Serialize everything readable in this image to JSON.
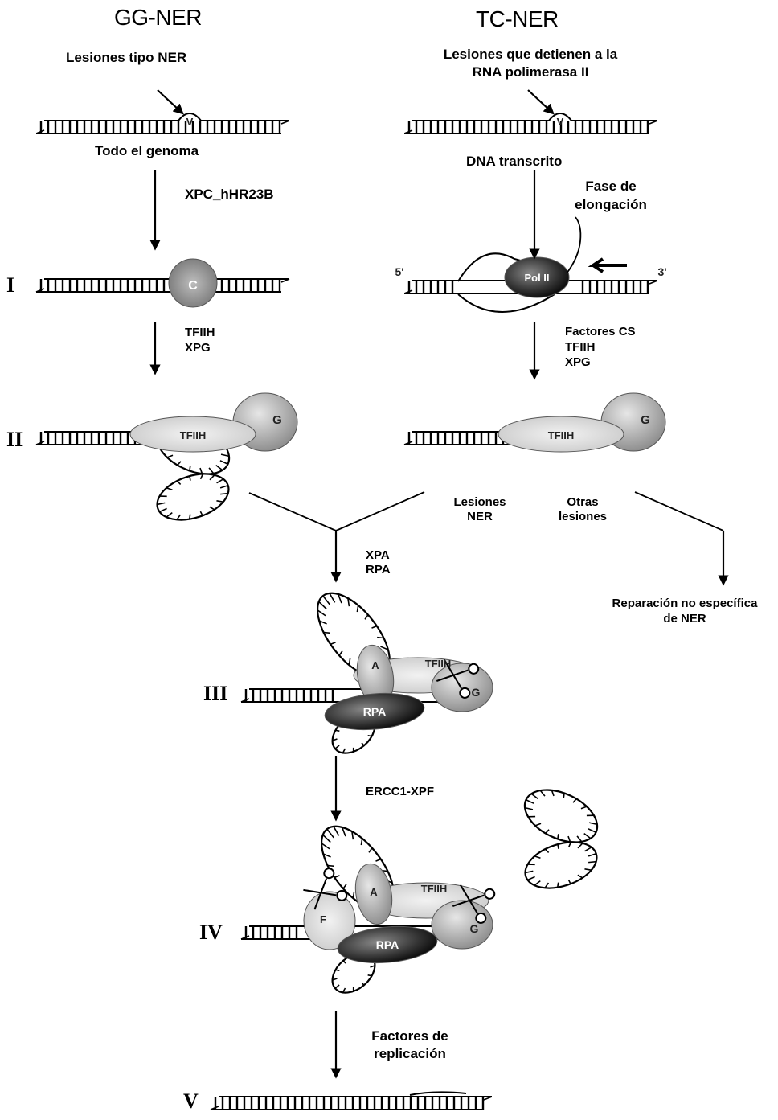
{
  "titles": {
    "left": "GG-NER",
    "right": "TC-NER"
  },
  "left_column": {
    "lesion_label": "Lesiones tipo NER",
    "scope_label": "Todo el genoma",
    "step1_factor": "XPC_hHR23B",
    "step2_factors": [
      "TFIIH",
      "XPG"
    ]
  },
  "right_column": {
    "lesion_label": [
      "Lesiones que detienen a la",
      "RNA polimerasa II"
    ],
    "scope_label": "DNA transcrito",
    "phase_label": [
      "Fase de",
      "elongación"
    ],
    "step2_factors": [
      "Factores CS",
      "TFIIH",
      "XPG"
    ],
    "branch_ner": [
      "Lesiones",
      "NER"
    ],
    "branch_other": [
      "Otras",
      "lesiones"
    ],
    "nonspecific_repair": [
      "Reparación no específica",
      "de NER"
    ]
  },
  "center_column": {
    "step3_factors": [
      "XPA",
      "RPA"
    ],
    "step4_factor": "ERCC1-XPF",
    "step5_factors": [
      "Factores de",
      "replicación"
    ]
  },
  "stage_numerals": [
    "I",
    "II",
    "III",
    "IV",
    "V"
  ],
  "in_diagram_labels": {
    "xpc": "C",
    "lesion": "V",
    "polii": "Pol II",
    "tfiih": "TFIIH",
    "xpg": "G",
    "xpa": "A",
    "rpa": "RPA",
    "xpf": "F",
    "five_prime": "5'",
    "three_prime": "3'"
  }
}
